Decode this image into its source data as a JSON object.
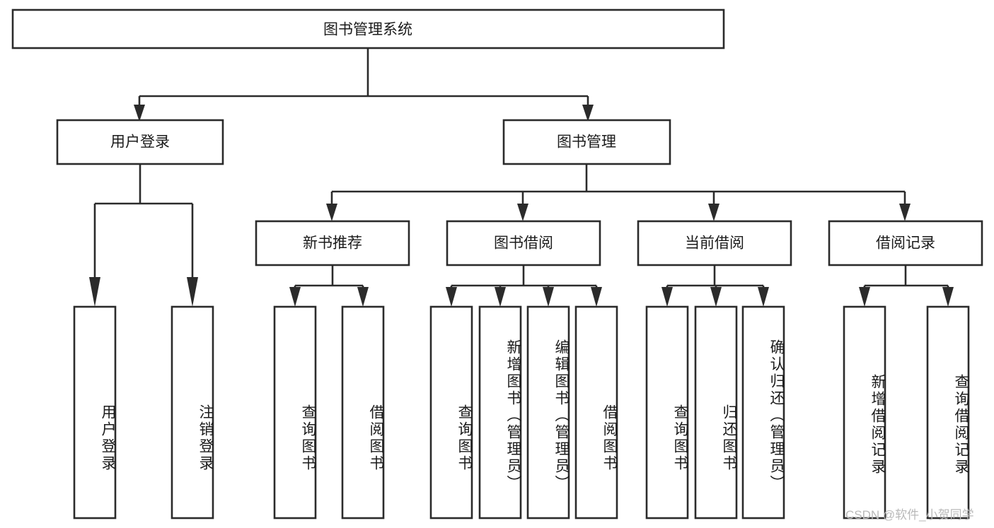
{
  "diagram": {
    "title": "图书管理系统",
    "type": "tree",
    "orientation": "top-down",
    "colors": {
      "box_stroke": "#2b2b2b",
      "box_fill": "#ffffff",
      "text": "#1b1b1b",
      "background": "#ffffff",
      "watermark": "#b9b9b9"
    },
    "root": {
      "label": "图书管理系统"
    },
    "level2": [
      {
        "label": "用户登录"
      },
      {
        "label": "图书管理"
      }
    ],
    "level3": [
      {
        "label": "新书推荐"
      },
      {
        "label": "图书借阅"
      },
      {
        "label": "当前借阅"
      },
      {
        "label": "借阅记录"
      }
    ],
    "leaves": {
      "user_login": [
        {
          "label": "用户登录"
        },
        {
          "label": "注销登录"
        }
      ],
      "new_book_recommend": [
        {
          "label": "查询图书"
        },
        {
          "label": "借阅图书"
        }
      ],
      "book_borrow": [
        {
          "label": "查询图书"
        },
        {
          "label": "新增图书（管理员）"
        },
        {
          "label": "编辑图书（管理员）"
        },
        {
          "label": "借阅图书"
        }
      ],
      "current_borrow": [
        {
          "label": "查询图书"
        },
        {
          "label": "归还图书"
        },
        {
          "label": "确认归还（管理员）"
        }
      ],
      "borrow_record": [
        {
          "label": "新增借阅记录"
        },
        {
          "label": "查询借阅记录"
        }
      ]
    }
  },
  "watermark": {
    "text": "CSDN @软件_小贺同学"
  }
}
